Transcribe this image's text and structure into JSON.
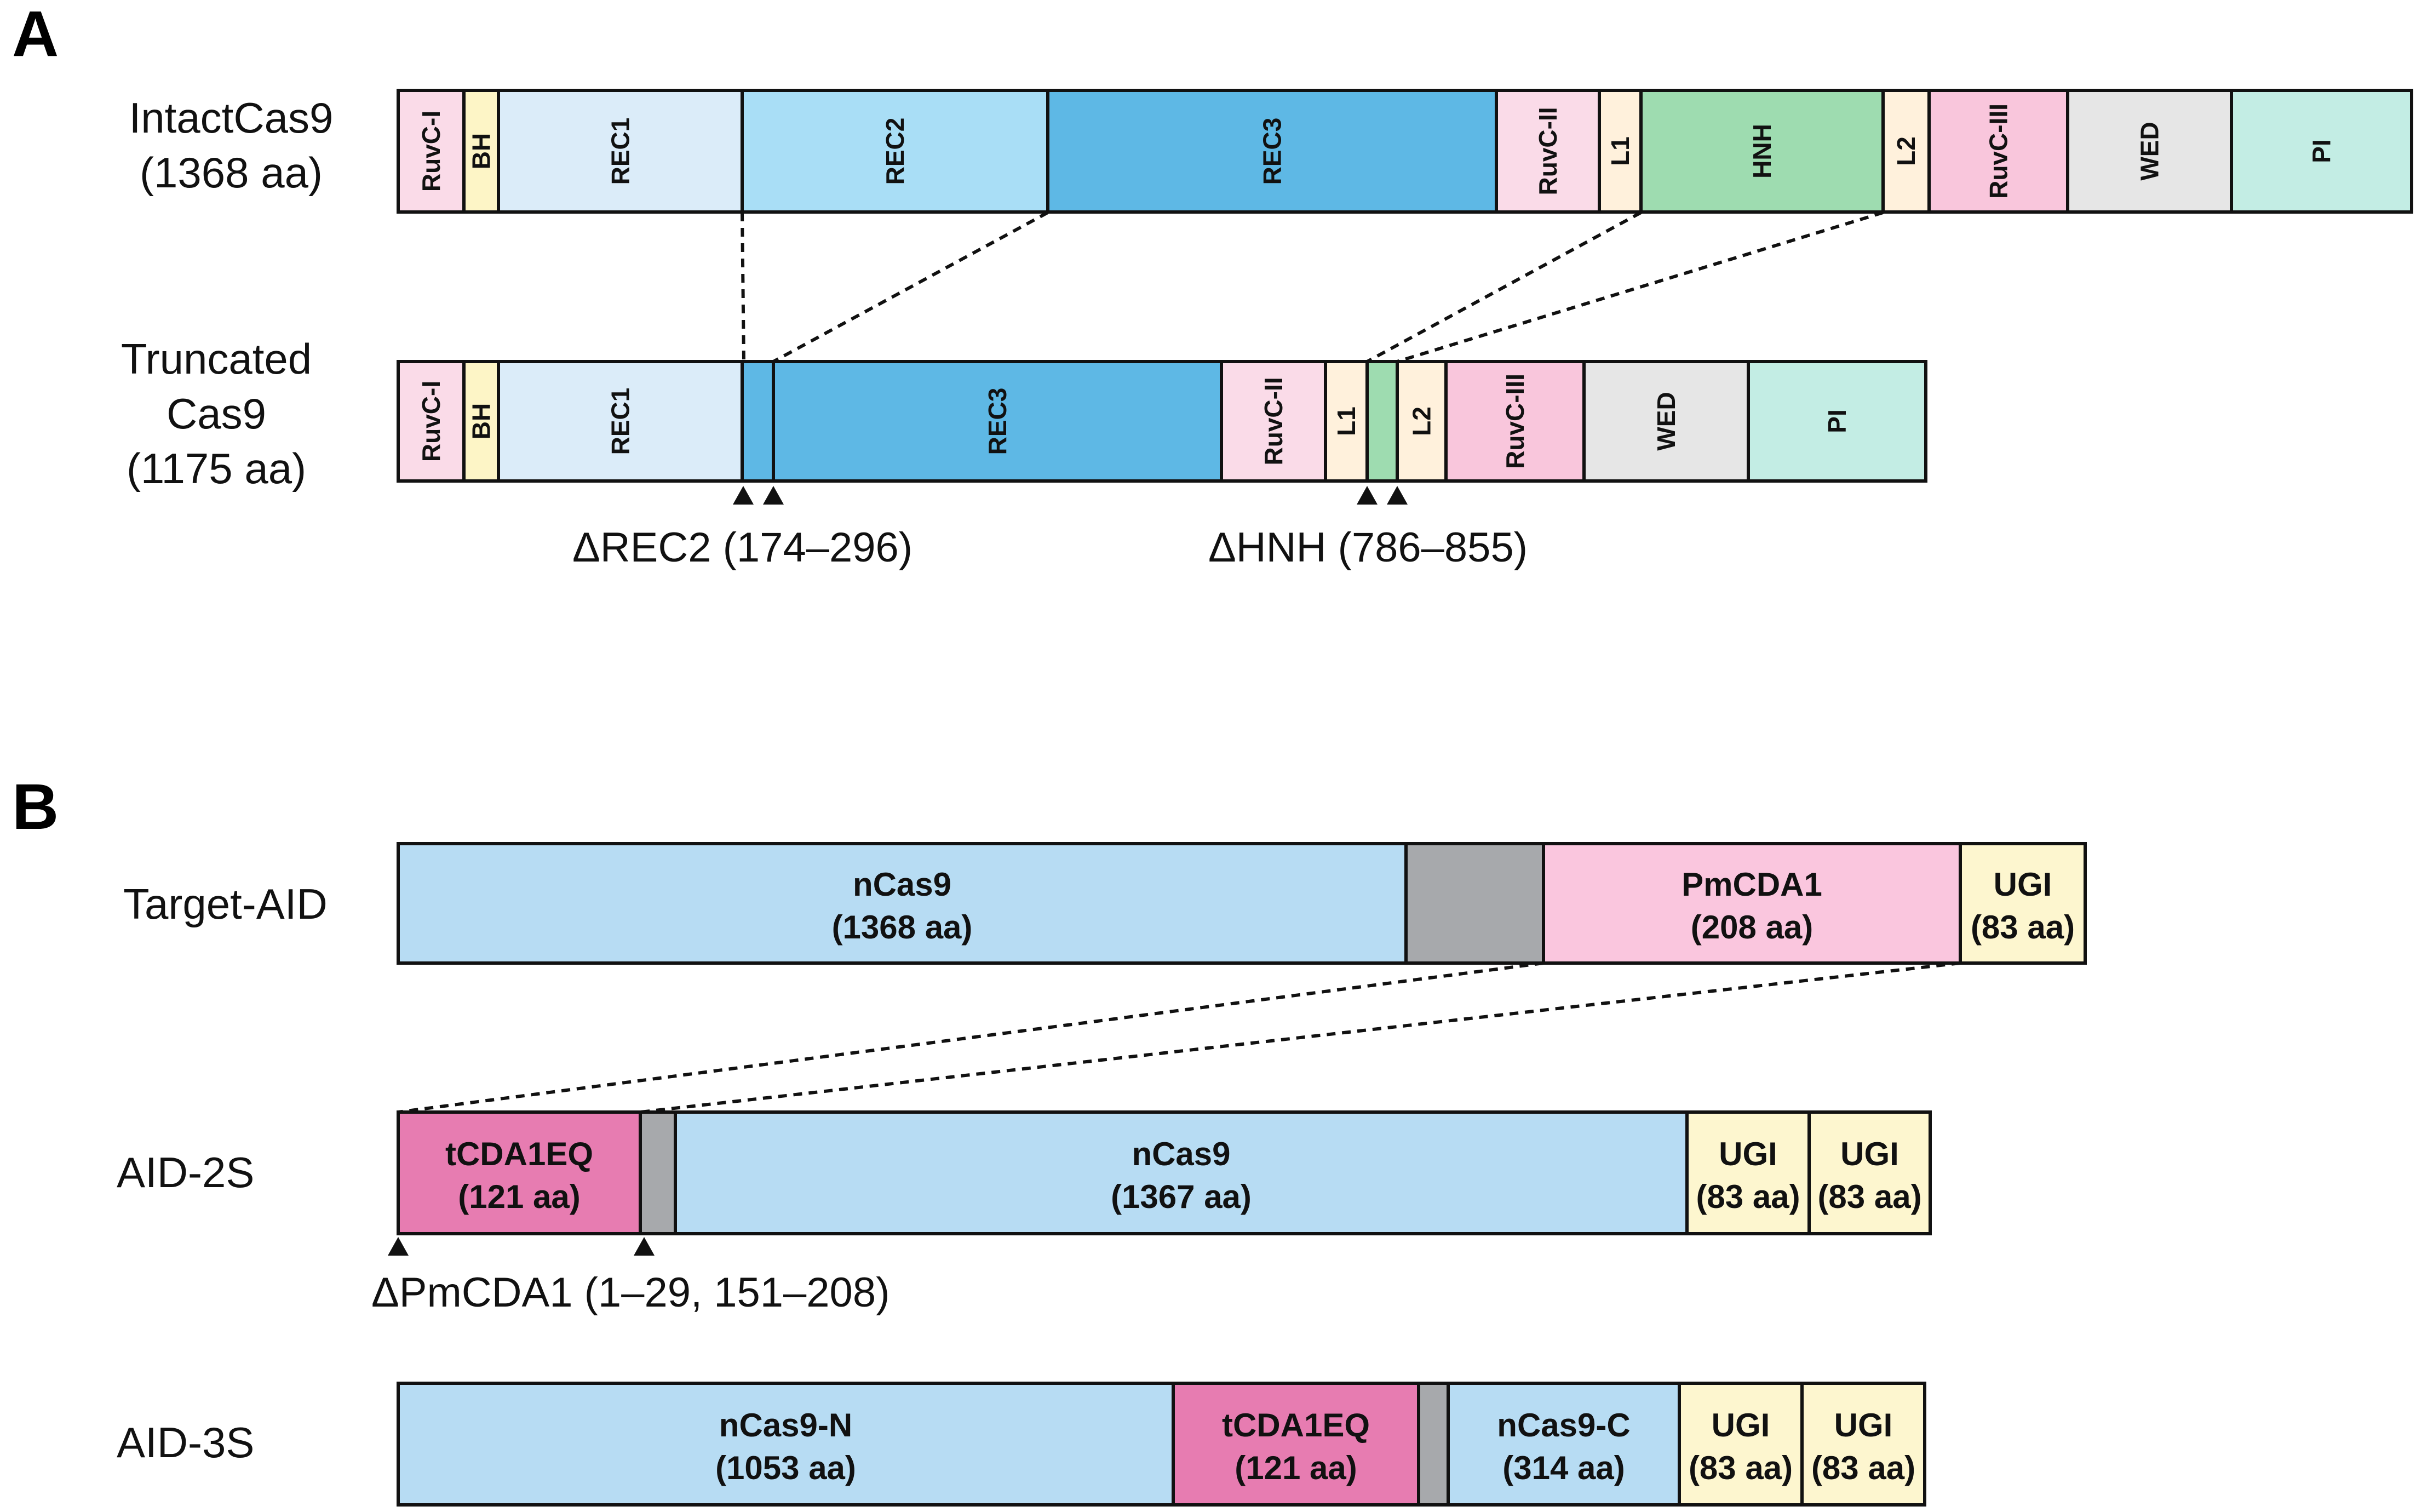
{
  "colors": {
    "ruvc": "#fadbe8",
    "bh": "#fdf5c6",
    "rec1": "#dbecf9",
    "rec2": "#a9def6",
    "rec3": "#5eb8e5",
    "linker": "#fff1dc",
    "hnh": "#9edcb0",
    "ruvc3": "#f9c6dc",
    "wed": "#e6e6e6",
    "pi": "#c3ede4",
    "ncas9": "#b7dcf3",
    "gray": "#a7a9ac",
    "pmcda1": "#fac6de",
    "ugi": "#fdf6cf",
    "tcda": "#e77cb1"
  },
  "panelA": {
    "label": "A",
    "intact": {
      "label_lines": [
        "IntactCas9",
        "(1368 aa)"
      ],
      "domains": [
        {
          "id": "ruvc1",
          "label": "RuvC-I",
          "color_key": "ruvc"
        },
        {
          "id": "bh",
          "label": "BH",
          "color_key": "bh"
        },
        {
          "id": "rec1",
          "label": "REC1",
          "color_key": "rec1"
        },
        {
          "id": "rec2",
          "label": "REC2",
          "color_key": "rec2"
        },
        {
          "id": "rec3",
          "label": "REC3",
          "color_key": "rec3"
        },
        {
          "id": "ruvc2",
          "label": "RuvC-II",
          "color_key": "ruvc"
        },
        {
          "id": "l1",
          "label": "L1",
          "color_key": "linker"
        },
        {
          "id": "hnh",
          "label": "HNH",
          "color_key": "hnh"
        },
        {
          "id": "l2",
          "label": "L2",
          "color_key": "linker"
        },
        {
          "id": "ruvc3",
          "label": "RuvC-III",
          "color_key": "ruvc3"
        },
        {
          "id": "wed",
          "label": "WED",
          "color_key": "wed"
        },
        {
          "id": "pi",
          "label": "PI",
          "color_key": "pi"
        }
      ]
    },
    "truncated": {
      "label_lines": [
        "Truncated",
        "Cas9",
        "(1175 aa)"
      ],
      "domains": [
        {
          "id": "ruvc1",
          "label": "RuvC-I",
          "color_key": "ruvc"
        },
        {
          "id": "bh",
          "label": "BH",
          "color_key": "bh"
        },
        {
          "id": "rec1",
          "label": "REC1",
          "color_key": "rec1"
        },
        {
          "id": "rec2stub",
          "label": "",
          "color_key": "rec3"
        },
        {
          "id": "rec3",
          "label": "REC3",
          "color_key": "rec3"
        },
        {
          "id": "ruvc2",
          "label": "RuvC-II",
          "color_key": "ruvc"
        },
        {
          "id": "l1",
          "label": "L1",
          "color_key": "linker"
        },
        {
          "id": "hnhstub",
          "label": "",
          "color_key": "hnh"
        },
        {
          "id": "l2",
          "label": "L2",
          "color_key": "linker"
        },
        {
          "id": "ruvc3",
          "label": "RuvC-III",
          "color_key": "ruvc3"
        },
        {
          "id": "wed",
          "label": "WED",
          "color_key": "wed"
        },
        {
          "id": "pi",
          "label": "PI",
          "color_key": "pi"
        }
      ]
    },
    "deletions": [
      {
        "label": "ΔREC2 (174–296)"
      },
      {
        "label": "ΔHNH (786–855)"
      }
    ]
  },
  "panelB": {
    "label": "B",
    "rows": [
      {
        "id": "target-aid",
        "label": "Target-AID",
        "domains": [
          {
            "id": "ncas9",
            "lines": [
              "nCas9",
              "(1368 aa)"
            ],
            "color_key": "ncas9"
          },
          {
            "id": "linker",
            "lines": [],
            "color_key": "gray"
          },
          {
            "id": "pmcda1",
            "lines": [
              "PmCDA1",
              "(208 aa)"
            ],
            "color_key": "pmcda1"
          },
          {
            "id": "ugi",
            "lines": [
              "UGI",
              "(83 aa)"
            ],
            "color_key": "ugi"
          }
        ]
      },
      {
        "id": "aid-2s",
        "label": "AID-2S",
        "domains": [
          {
            "id": "tcda",
            "lines": [
              "tCDA1EQ",
              "(121 aa)"
            ],
            "color_key": "tcda"
          },
          {
            "id": "linker",
            "lines": [],
            "color_key": "gray"
          },
          {
            "id": "ncas9",
            "lines": [
              "nCas9",
              "(1367 aa)"
            ],
            "color_key": "ncas9"
          },
          {
            "id": "ugi1",
            "lines": [
              "UGI",
              "(83 aa)"
            ],
            "color_key": "ugi"
          },
          {
            "id": "ugi2",
            "lines": [
              "UGI",
              "(83 aa)"
            ],
            "color_key": "ugi"
          }
        ]
      },
      {
        "id": "aid-3s",
        "label": "AID-3S",
        "domains": [
          {
            "id": "ncas9n",
            "lines": [
              "nCas9-N",
              "(1053 aa)"
            ],
            "color_key": "ncas9"
          },
          {
            "id": "tcda",
            "lines": [
              "tCDA1EQ",
              "(121 aa)"
            ],
            "color_key": "tcda"
          },
          {
            "id": "linker",
            "lines": [],
            "color_key": "gray"
          },
          {
            "id": "ncas9c",
            "lines": [
              "nCas9-C",
              "(314 aa)"
            ],
            "color_key": "ncas9"
          },
          {
            "id": "ugi1",
            "lines": [
              "UGI",
              "(83 aa)"
            ],
            "color_key": "ugi"
          },
          {
            "id": "ugi2",
            "lines": [
              "UGI",
              "(83 aa)"
            ],
            "color_key": "ugi"
          }
        ]
      }
    ],
    "deletion": {
      "label": "ΔPmCDA1 (1–29, 151–208)"
    }
  }
}
